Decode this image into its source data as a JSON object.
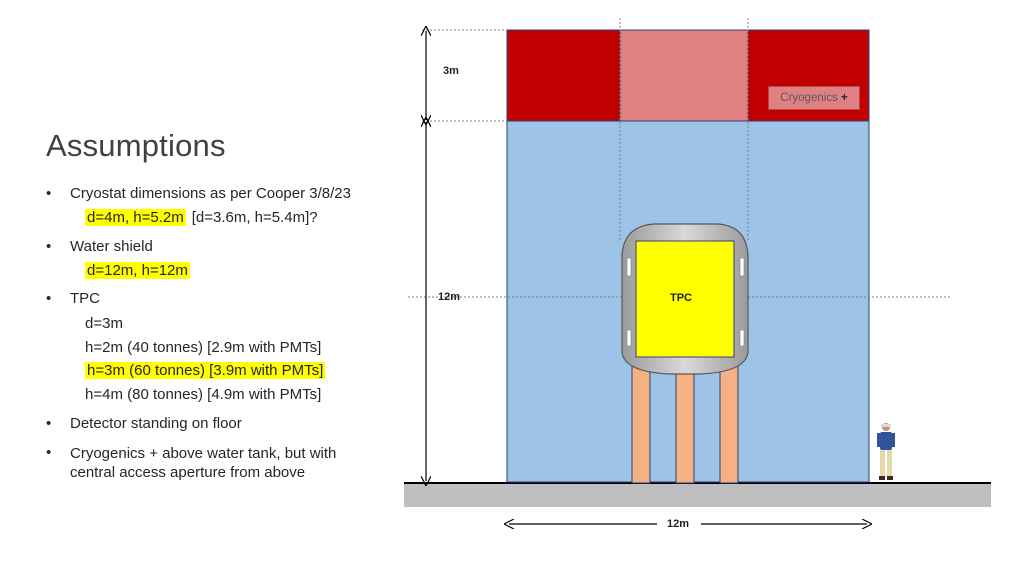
{
  "slide": {
    "title": "Assumptions",
    "bullets": [
      {
        "text": "Cryostat dimensions as per Cooper 3/8/23",
        "sub": [
          {
            "parts": [
              {
                "text": "d=4m, h=5.2m",
                "highlight": true
              },
              {
                "text": "[d=3.6m, h=5.4m]?",
                "highlight": false
              }
            ]
          }
        ]
      },
      {
        "text": "Water shield",
        "sub": [
          {
            "parts": [
              {
                "text": "d=12m, h=12m",
                "highlight": true
              }
            ]
          }
        ]
      },
      {
        "text": "TPC",
        "sub": [
          {
            "parts": [
              {
                "text": "d=3m",
                "highlight": false
              }
            ]
          },
          {
            "parts": [
              {
                "text": "h=2m (40 tonnes) [2.9m with PMTs]",
                "highlight": false
              }
            ]
          },
          {
            "parts": [
              {
                "text": "h=3m (60 tonnes) [3.9m with PMTs]",
                "highlight": true
              }
            ]
          },
          {
            "parts": [
              {
                "text": "h=4m (80 tonnes) [4.9m with PMTs]",
                "highlight": false
              }
            ]
          }
        ]
      },
      {
        "text": "Detector standing on floor",
        "sub": []
      },
      {
        "text": "Cryogenics + above water tank, but with central access aperture from above",
        "sub": []
      }
    ],
    "bullet_glyph": "•"
  },
  "diagram": {
    "dim_top": "3m",
    "dim_mid": "12m",
    "dim_bottom": "12m",
    "cryogenics_label": "Cryogenics",
    "cryogenics_plus": "+",
    "tpc_label": "TPC",
    "colors": {
      "water": "#9dc3e6",
      "cryo_dark": "#c00000",
      "cryo_light": "#e08080",
      "tpc": "#ffff00",
      "legs": "#f4b183",
      "floor": "#bfbfbf",
      "highlight": "#ffff00"
    }
  }
}
